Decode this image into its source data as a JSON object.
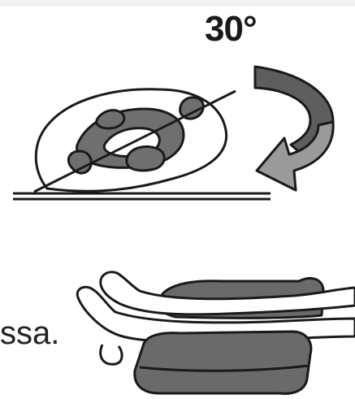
{
  "figure": {
    "angle_label": "30°",
    "caption_fragment": "ssa."
  },
  "colors": {
    "background": "#ffffff",
    "outline": "#1a1a1a",
    "bone_fill": "#6f6f6f",
    "arrow_fill_dark": "#5e5e5e",
    "arrow_fill_light": "#9a9a9a",
    "pillow_fill": "#6a6a6a",
    "top_bar": "#f2f2f2"
  },
  "icons": {
    "rotation": "curved-arrow-icon",
    "pelvis": "pelvis-illustration",
    "legs": "legs-on-pillow-illustration"
  }
}
